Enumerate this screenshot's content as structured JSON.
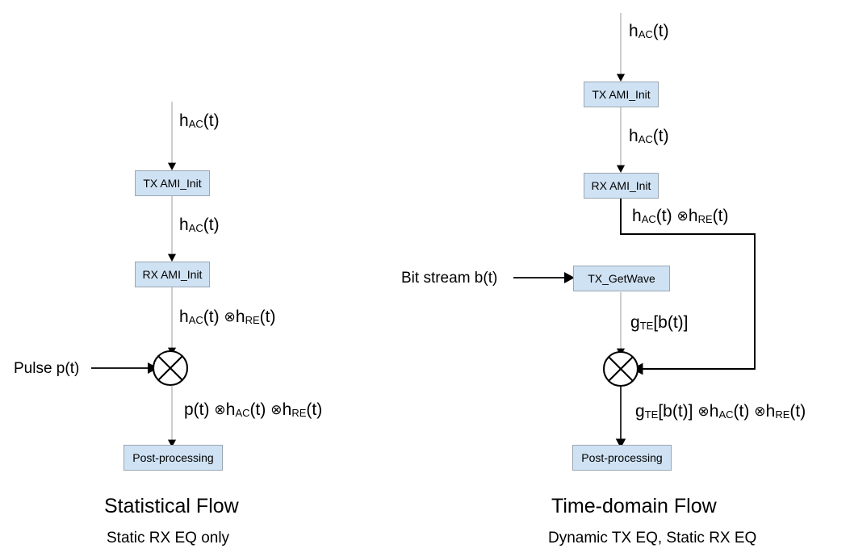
{
  "diagram": {
    "title": "Statistical Flow vs Time-domain Flow signal processing block diagram",
    "colors": {
      "box_fill": "#cfe2f3",
      "box_border": "#9aa6b2",
      "gray_wire": "#b3b3b3",
      "black_wire": "#000000",
      "text": "#000000"
    }
  },
  "left_flow": {
    "title": "Statistical Flow",
    "subtitle": "Static RX EQ only",
    "input_label": "h",
    "nodes": [
      {
        "label": "TX AMI_Init"
      },
      {
        "label": "RX AMI_Init"
      },
      {
        "label": "Post-processing"
      }
    ],
    "signals": {
      "top": {
        "base": "h",
        "sub": "AC",
        "arg": "(t)"
      },
      "after_tx": {
        "base": "h",
        "sub": "AC",
        "arg": "(t)"
      },
      "after_rx_a": {
        "base": "h",
        "sub": "AC",
        "arg": "(t)"
      },
      "after_rx_op": "⊗",
      "after_rx_b": {
        "base": "h",
        "sub": "RE",
        "arg": "(t)"
      },
      "after_mult_a": "p(t)",
      "after_mult_op1": "⊗",
      "after_mult_b": {
        "base": "h",
        "sub": "AC",
        "arg": "(t)"
      },
      "after_mult_op2": "⊗",
      "after_mult_c": {
        "base": "h",
        "sub": "RE",
        "arg": "(t)"
      }
    },
    "side_input": "Pulse p(t)",
    "multiplier_symbol": "cross-multiply"
  },
  "right_flow": {
    "title": "Time-domain Flow",
    "subtitle": "Dynamic TX EQ, Static RX EQ",
    "nodes": [
      {
        "label": "TX AMI_Init"
      },
      {
        "label": "RX AMI_Init"
      },
      {
        "label": "TX_GetWave"
      },
      {
        "label": "Post-processing"
      }
    ],
    "signals": {
      "top": {
        "base": "h",
        "sub": "AC",
        "arg": "(t)"
      },
      "after_tx": {
        "base": "h",
        "sub": "AC",
        "arg": "(t)"
      },
      "after_rx_a": {
        "base": "h",
        "sub": "AC",
        "arg": "(t)"
      },
      "after_rx_op": "⊗",
      "after_rx_b": {
        "base": "h",
        "sub": "RE",
        "arg": "(t)"
      },
      "after_getwave": {
        "base": "g",
        "sub": "TE",
        "arg": "[b(t)]"
      },
      "after_mult_a": {
        "base": "g",
        "sub": "TE",
        "arg": "[b(t)]"
      },
      "after_mult_op1": "⊗",
      "after_mult_b": {
        "base": "h",
        "sub": "AC",
        "arg": "(t)"
      },
      "after_mult_op2": "⊗",
      "after_mult_c": {
        "base": "h",
        "sub": "RE",
        "arg": "(t)"
      }
    },
    "side_input": "Bit stream b(t)",
    "multiplier_symbol": "cross-multiply"
  }
}
